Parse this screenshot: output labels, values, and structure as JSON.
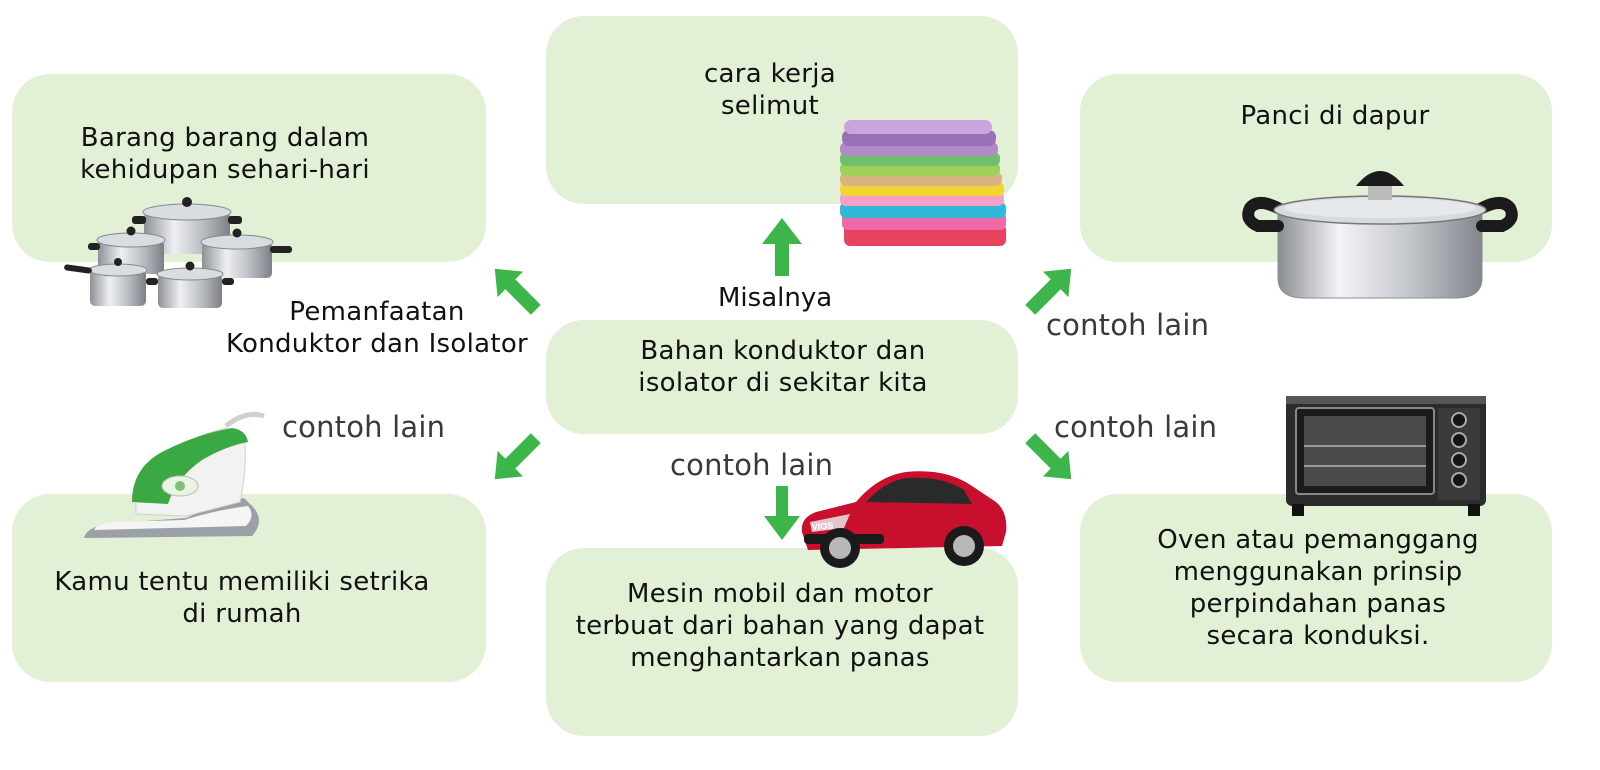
{
  "center": {
    "text": "Bahan konduktor dan\nisolator di sekitar kita"
  },
  "labels": {
    "misalnya": "Misalnya",
    "pemanfaatan": "Pemanfaatan\nKonduktor dan Isolator",
    "contoh_lain": "contoh lain"
  },
  "boxes": {
    "top_left": "Barang barang dalam\nkehidupan sehari-hari",
    "top_center": "cara kerja\nselimut",
    "top_right": "Panci di dapur",
    "bottom_left": "Kamu tentu memiliki setrika\ndi rumah",
    "bottom_center": "Mesin mobil dan motor\nterbuat dari bahan yang dapat\nmenghantarkan panas",
    "bottom_right": "Oven atau pemanggang\nmenggunakan prinsip\nperpindahan panas\nsecara konduksi."
  },
  "images": {
    "cookware_set": "cookware-set",
    "blankets": "folded-blankets",
    "pot": "cooking-pot",
    "iron": "flat-iron",
    "car": "red-sedan",
    "oven": "toaster-oven",
    "car_badge": "VIOS"
  },
  "colors": {
    "box_fill": "#e2f0d6",
    "arrow": "#3cb54a"
  }
}
